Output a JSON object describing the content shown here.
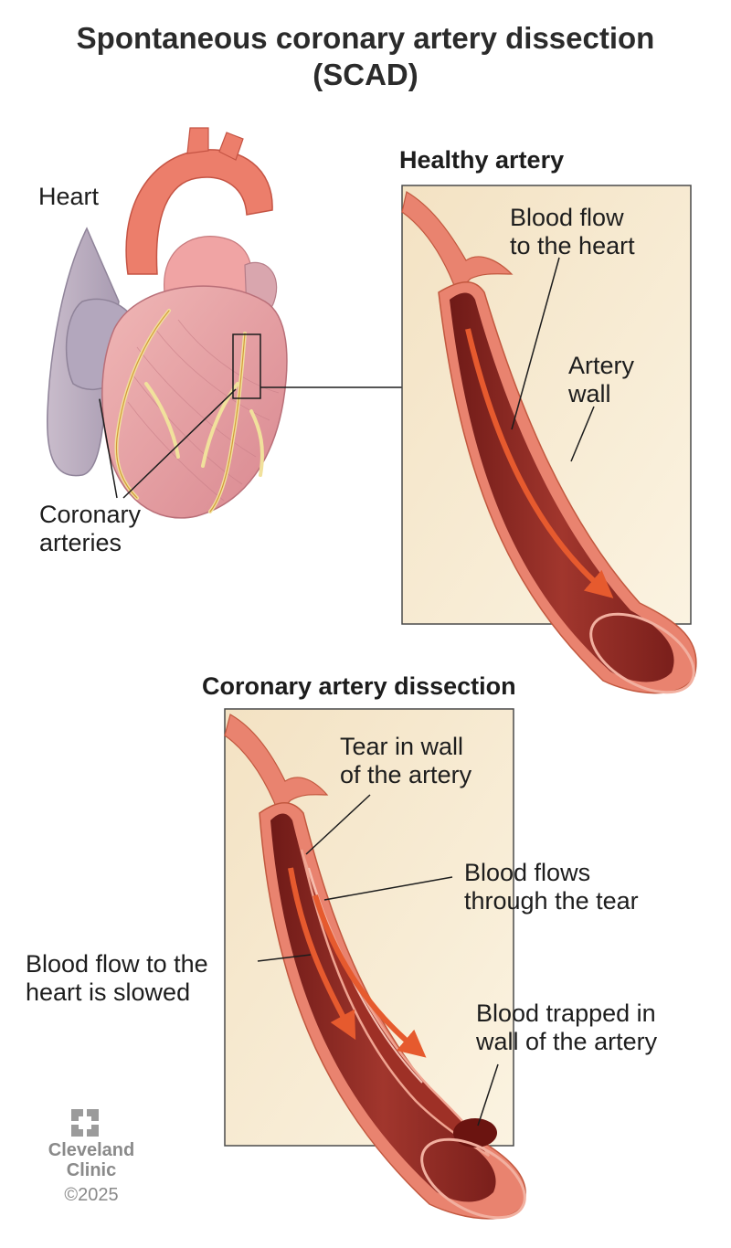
{
  "title": {
    "line1": "Spontaneous coronary artery dissection",
    "line2": "(SCAD)"
  },
  "heart": {
    "label": "Heart",
    "coronary_line1": "Coronary",
    "coronary_line2": "arteries"
  },
  "healthy_panel": {
    "heading": "Healthy artery",
    "flow_line1": "Blood flow",
    "flow_line2": "to the heart",
    "wall_line1": "Artery",
    "wall_line2": "wall"
  },
  "dissection_panel": {
    "heading": "Coronary artery dissection",
    "tear_line1": "Tear in wall",
    "tear_line2": "of the artery",
    "flows_line1": "Blood flows",
    "flows_line2": "through the tear",
    "slowed_line1": "Blood flow to the",
    "slowed_line2": "heart is slowed",
    "trapped_line1": "Blood trapped in",
    "trapped_line2": "wall of the artery"
  },
  "brand": {
    "name_line1": "Cleveland",
    "name_line2": "Clinic",
    "copyright": "©2025"
  },
  "colors": {
    "panel_bg": "#f7ecd2",
    "artery_wall": "#e9836f",
    "artery_lumen": "#8b2420",
    "flow_arrow": "#e65a2e",
    "heart": "#e7a3a6",
    "aorta": "#ec7e6b",
    "coronary": "#f1e19c"
  }
}
